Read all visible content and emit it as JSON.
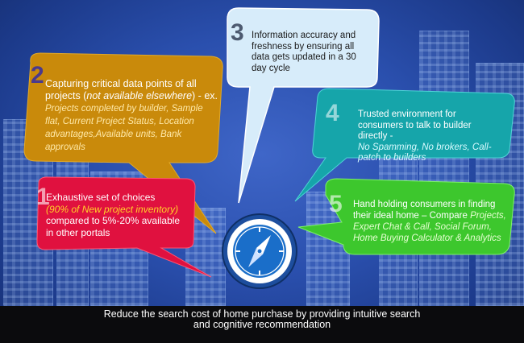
{
  "callouts": [
    {
      "number": "1",
      "lead": "Exhaustive set of choices",
      "highlight": "(90% of New project inventory)",
      "tail": "compared to 5%-20% available in other portals",
      "color": "#e0113f"
    },
    {
      "number": "2",
      "lead": "Capturing critical data points of all projects (",
      "lead_italic": "not available elsewhere",
      "lead_end": ") - ex.",
      "highlight": "Projects completed by builder, Sample flat, Current Project Status, Location advantages,Available units, Bank approvals",
      "color": "#c98a0b"
    },
    {
      "number": "3",
      "lead": "Information accuracy and freshness by ensuring all data gets updated in a 30 day cycle",
      "color": "#d7ecfa"
    },
    {
      "number": "4",
      "lead": "Trusted environment for consumers to talk to builder directly -",
      "highlight": "No Spamming, No brokers, Call-patch to builders",
      "color": "#16a5aa"
    },
    {
      "number": "5",
      "lead": "Hand holding consumers in finding their ideal home – Compare",
      "highlight": "Projects, Expert Chat & Call, Social Forum, Home Buying Calculator & Analytics",
      "color": "#3dc72d"
    }
  ],
  "banner": {
    "line1": "Reduce the search cost of home purchase by providing intuitive search",
    "line2": "and cognitive recommendation"
  },
  "icon": "compass-icon"
}
